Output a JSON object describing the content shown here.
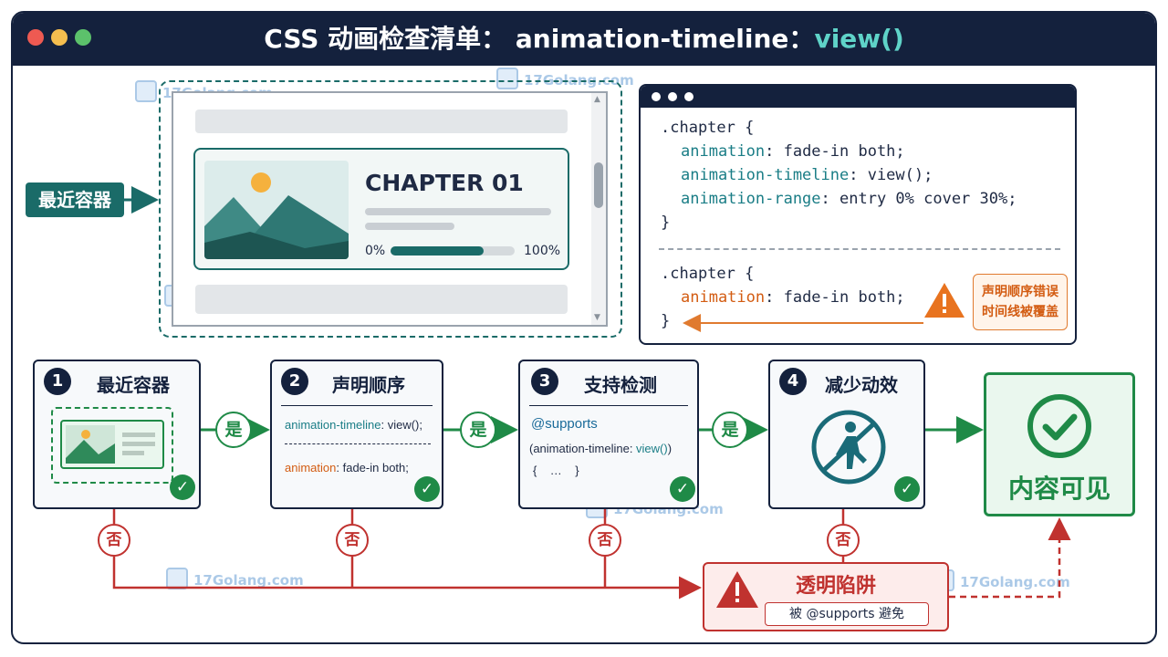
{
  "header": {
    "title_main": "CSS 动画检查清单： animation-timeline：",
    "title_highlight": "view()"
  },
  "watermark": "17Golang.com",
  "container_tag": "最近容器",
  "mockup": {
    "chapter_title": "CHAPTER 01",
    "progress_start": "0%",
    "progress_end": "100%",
    "progress_value": 0.75
  },
  "code": {
    "block1": {
      "open": ".chapter {",
      "prop1": "animation",
      "val1": ": fade-in both;",
      "prop2": "animation-timeline",
      "val2": ": view();",
      "prop3": "animation-range",
      "val3": ": entry 0% cover 30%;",
      "close": "}"
    },
    "block2": {
      "open": ".chapter {",
      "prop1": "animation",
      "val1": ": fade-in both;",
      "close": "}"
    },
    "warning_line1": "声明顺序错误",
    "warning_line2": "时间线被覆盖"
  },
  "steps": [
    {
      "num": "1",
      "title": "最近容器"
    },
    {
      "num": "2",
      "title": "声明顺序",
      "code1_prop": "animation-timeline",
      "code1_val": ": view();",
      "code2_prop": "animation",
      "code2_val": ": fade-in both;"
    },
    {
      "num": "3",
      "title": "支持检测",
      "code1": "@supports",
      "code2_a": "(animation-timeline: ",
      "code2_b": "view()",
      "code2_c": ")",
      "code3": "{    …    }"
    },
    {
      "num": "4",
      "title": "减少动效"
    }
  ],
  "flow": {
    "yes_label": "是",
    "no_label": "否",
    "success_label": "内容可见",
    "trap_title": "透明陷阱",
    "trap_sub": "被 @supports 避免"
  },
  "colors": {
    "navy": "#14213d",
    "teal": "#1a6b68",
    "green": "#1f8a47",
    "red": "#c0322f",
    "orange": "#d35c12"
  }
}
